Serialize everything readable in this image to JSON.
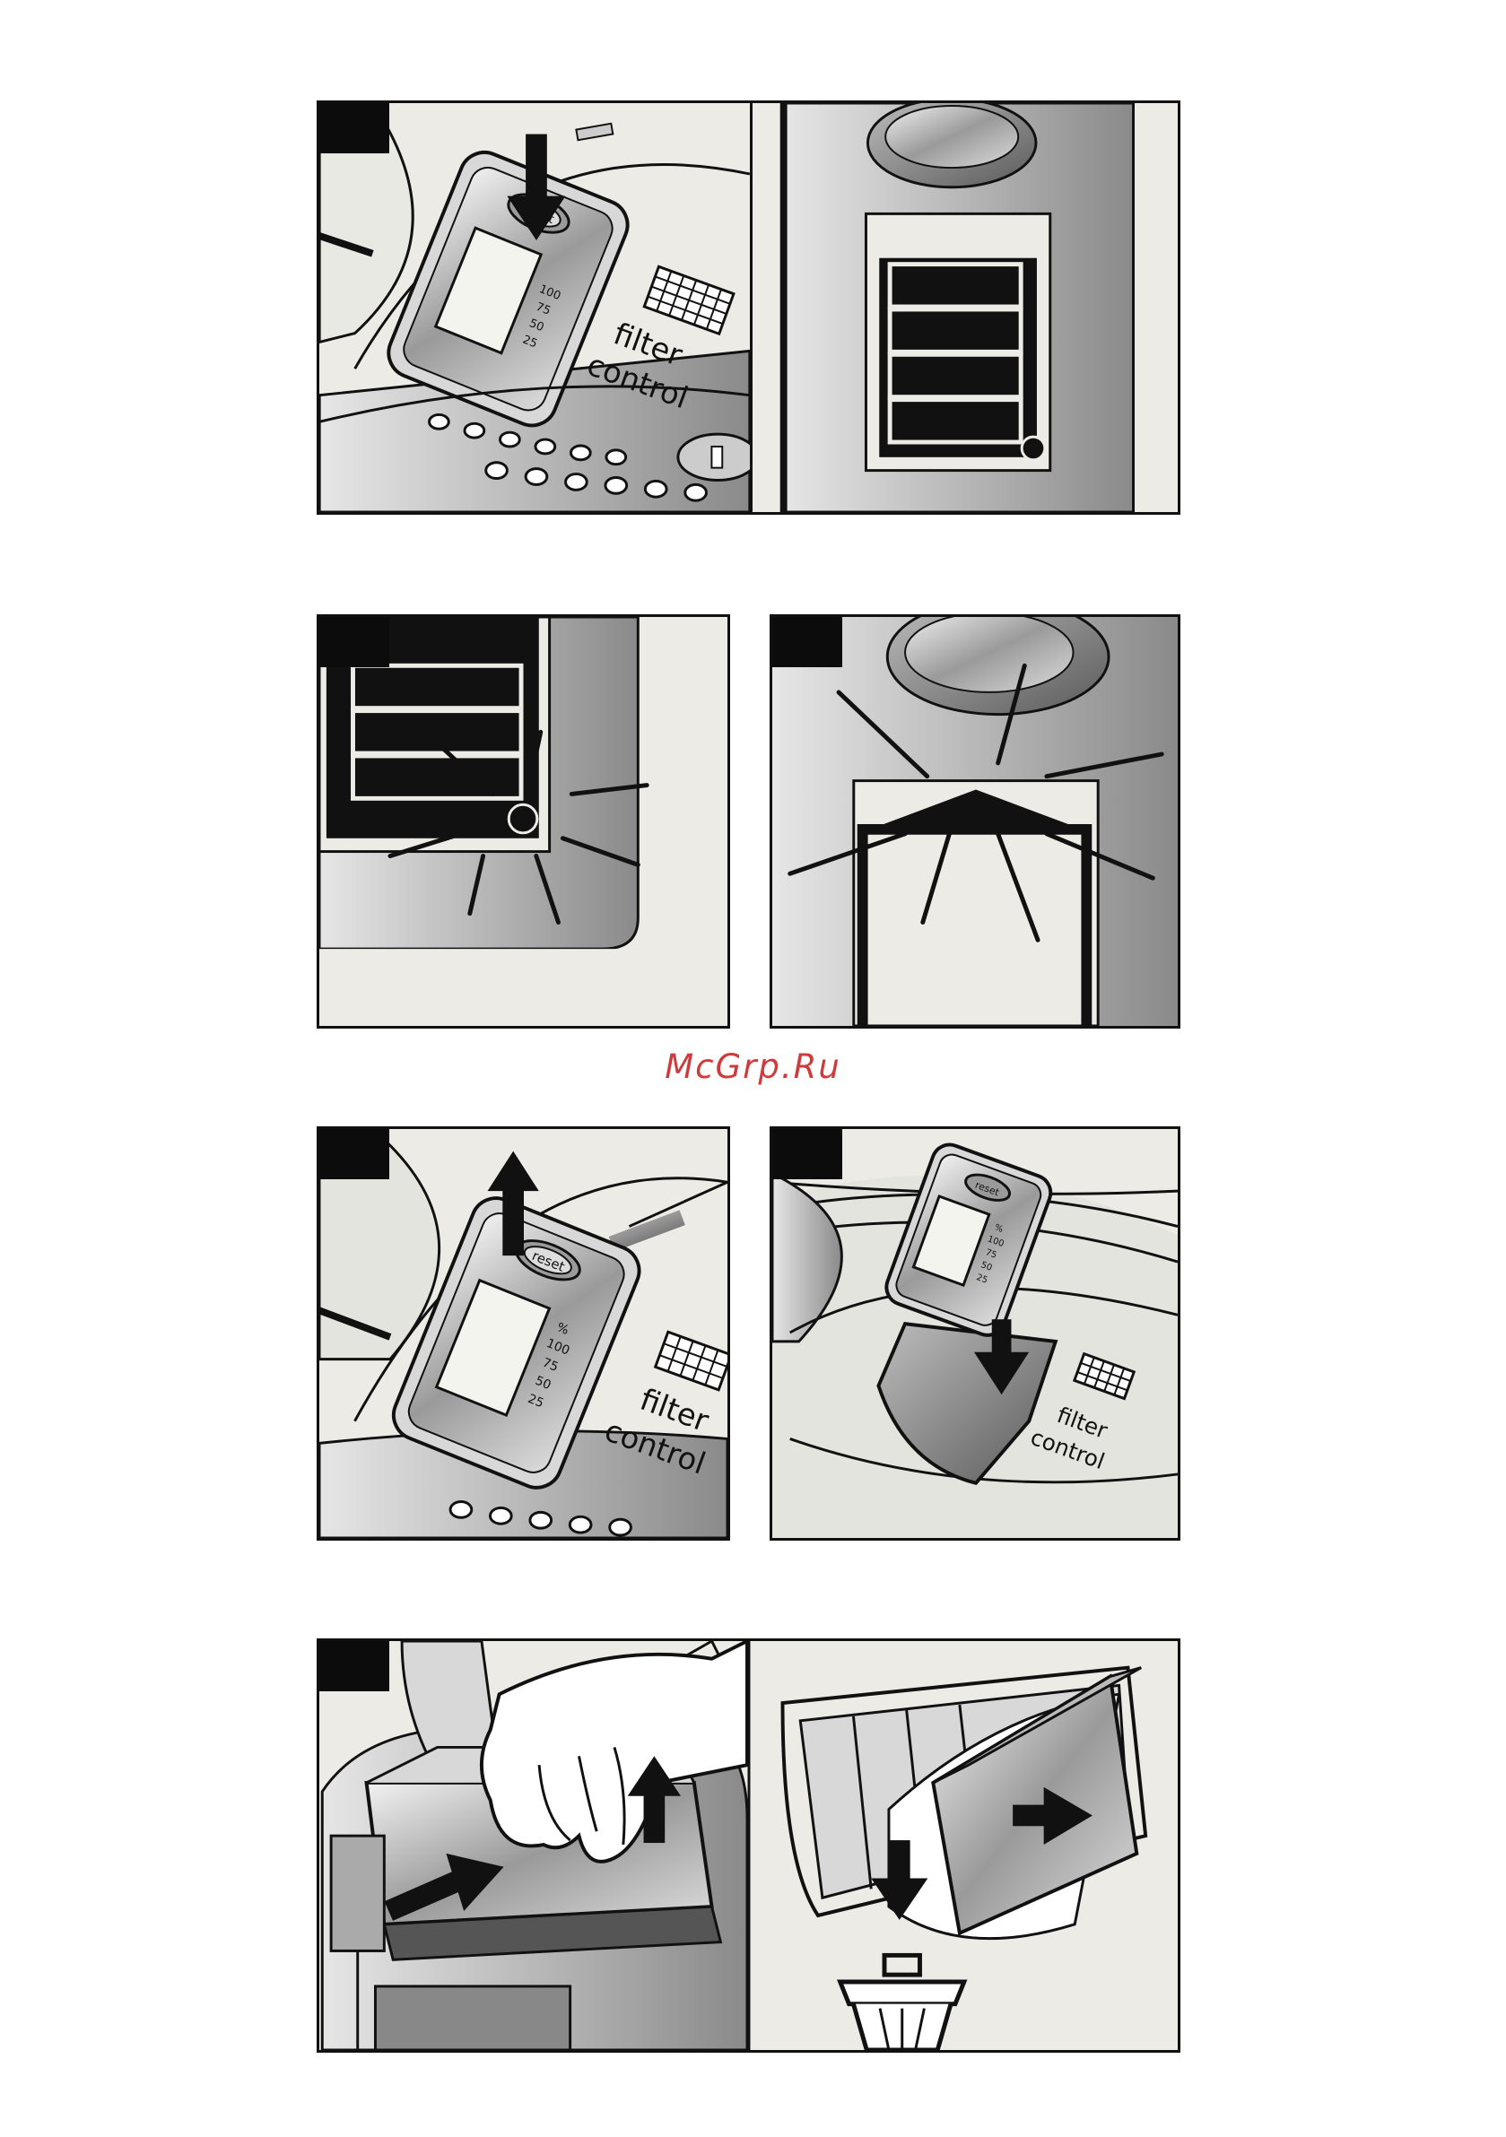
{
  "labels": {
    "reset": "reset",
    "filter": "filter",
    "control": "control",
    "scale": [
      "100",
      "75",
      "50",
      "25"
    ],
    "scale_with_percent": [
      "%",
      "100",
      "75",
      "50",
      "25"
    ]
  },
  "watermark": "McGrp.Ru",
  "colors": {
    "panel_bg": "#ecebe6",
    "ink": "#111111",
    "watermark": "#d13a3a"
  }
}
